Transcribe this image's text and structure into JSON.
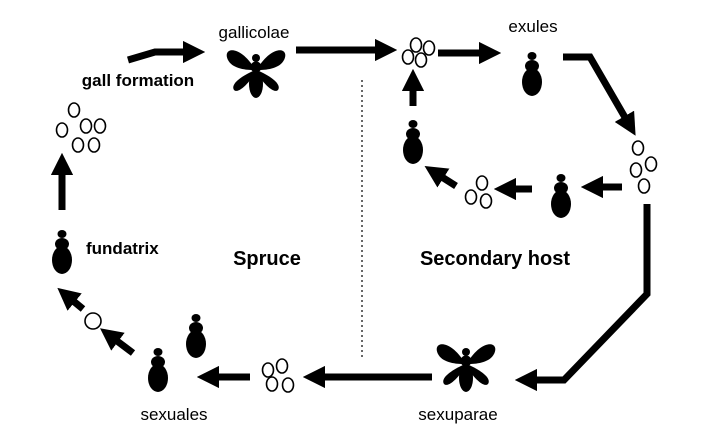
{
  "labels": {
    "gallicolae": "gallicolae",
    "exules": "exules",
    "gall_formation": "gall formation",
    "fundatrix": "fundatrix",
    "spruce": "Spruce",
    "secondary_host": "Secondary host",
    "sexuales": "sexuales",
    "sexuparae": "sexuparae"
  },
  "colors": {
    "ink": "#000000",
    "background": "#ffffff"
  },
  "icons": [
    "aphid-icon",
    "winged-aphid-icon",
    "egg-icon",
    "arrow-icon"
  ]
}
